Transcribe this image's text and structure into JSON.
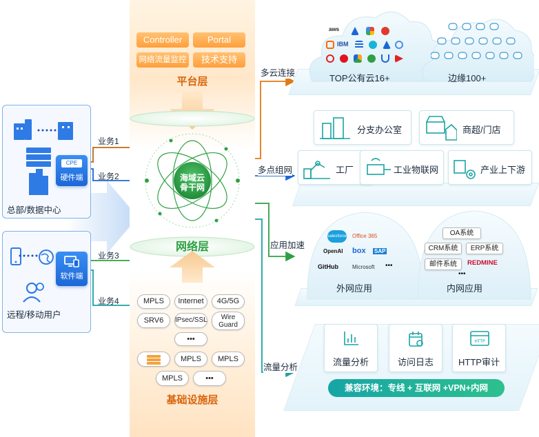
{
  "left": {
    "hq_label": "总部/数据中心",
    "cpe_tag": "CPE",
    "hardware_label": "硬件端",
    "software_label": "软件端",
    "remote_label": "远程/移动用户",
    "biz": [
      "业务1",
      "业务2",
      "业务3",
      "业务4"
    ]
  },
  "center": {
    "platform_buttons": [
      "Controller",
      "Portal",
      "网络流量监控",
      "技术支持"
    ],
    "platform_title": "平台层",
    "core_label_line1": "海域云",
    "core_label_line2": "骨干网",
    "network_title": "网络层",
    "infra_pills": [
      "MPLS",
      "Internet",
      "4G/5G",
      "SRV6",
      "IPsec/SSL",
      "Wire Guard",
      "•••",
      "MPLS",
      "MPLS",
      "MPLS",
      "•••"
    ],
    "infra_title": "基础设施层"
  },
  "right": {
    "connectors": [
      "多云连接",
      "多点组网",
      "应用加速",
      "流量分析"
    ],
    "clouds": {
      "public_label": "TOP公有云16+",
      "edge_label": "边缘100+",
      "public_logos": [
        "aws",
        "IBM"
      ]
    },
    "sites": [
      "分支办公室",
      "商超/门店",
      "工厂",
      "工业物联网",
      "产业上下游"
    ],
    "apps": {
      "external_label": "外网应用",
      "internal_label": "内网应用",
      "external_logos": [
        "salesforce",
        "Office 365",
        "OpenAI",
        "box",
        "SAP",
        "GitHub",
        "Microsoft",
        "•••"
      ],
      "internal_items": [
        "OA系统",
        "CRM系统",
        "ERP系统",
        "邮件系统",
        "REDMINE",
        "•••"
      ]
    },
    "analytics": {
      "cards": [
        "流量分析",
        "访问日志",
        "HTTP审计"
      ],
      "compat_bar": "兼容环境：专线 + 互联网 +VPN+内网"
    }
  },
  "colors": {
    "orange": "#ff9f3b",
    "blue": "#1c67d6",
    "green": "#2ea043",
    "teal": "#1aa3a3",
    "brown": "#c06a10"
  }
}
